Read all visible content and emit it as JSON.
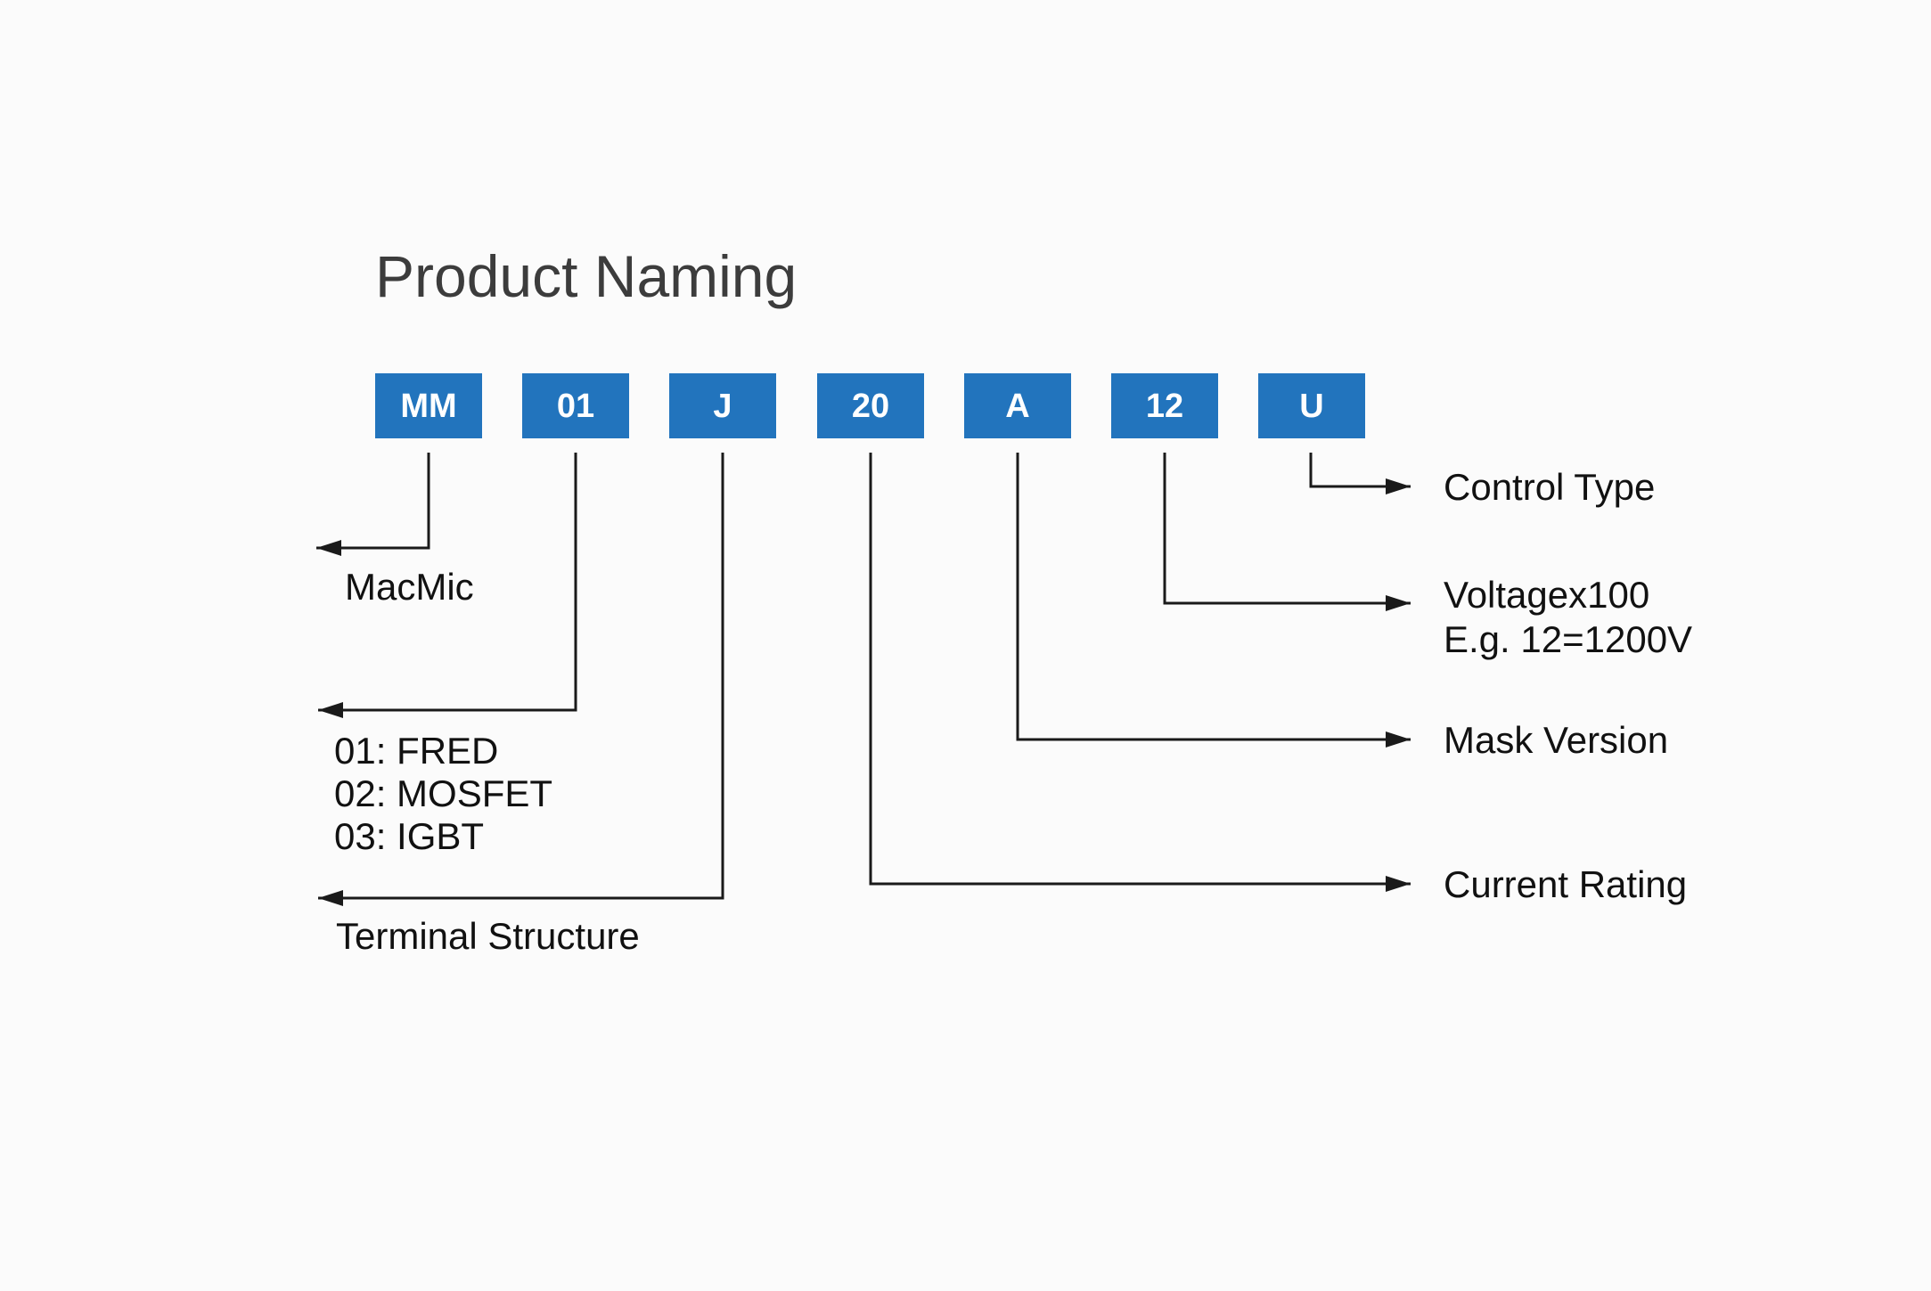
{
  "title": "Product Naming",
  "code_boxes": [
    "MM",
    "01",
    "J",
    "20",
    "A",
    "12",
    "U"
  ],
  "labels": {
    "macmic": "MacMic",
    "device_types": [
      "01: FRED",
      "02: MOSFET",
      "03: IGBT"
    ],
    "terminal_structure": "Terminal Structure",
    "current_rating": "Current Rating",
    "mask_version": "Mask Version",
    "voltage_line1": "Voltagex100",
    "voltage_line2": "E.g. 12=1200V",
    "control_type": "Control Type"
  },
  "colors": {
    "box_blue": "#2274bd",
    "box_text": "#ffffff",
    "line": "#1a1a1a",
    "title": "#3c3c3c",
    "label": "#111111"
  }
}
